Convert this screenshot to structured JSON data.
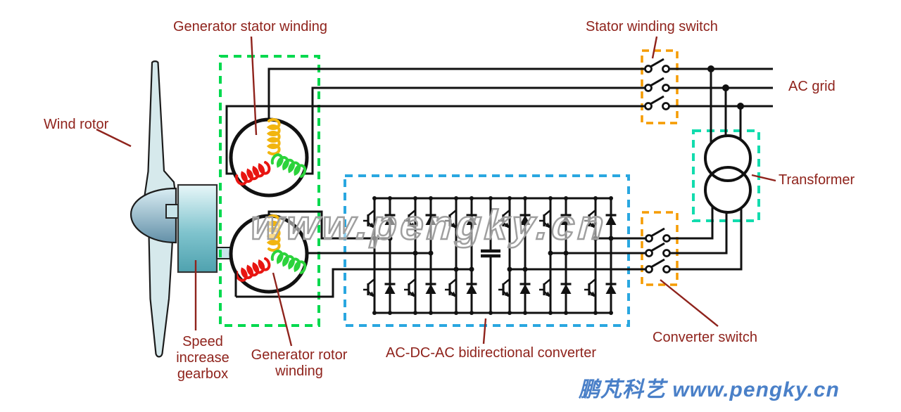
{
  "labels": {
    "wind_rotor": "Wind rotor",
    "speed_gearbox": {
      "line1": "Speed",
      "line2": "increase",
      "line3": "gearbox"
    },
    "generator_stator_winding": "Generator stator winding",
    "generator_rotor_winding": {
      "line1": "Generator rotor",
      "line2": "winding"
    },
    "converter": "AC-DC-AC bidirectional converter",
    "stator_winding_switch": "Stator winding switch",
    "converter_switch": "Converter switch",
    "transformer": "Transformer",
    "ac_grid": "AC grid"
  },
  "watermark": "www.pengky.cn",
  "footer_logo": "鹏芃科艺 www.pengky.cn",
  "icons": [
    "wind-rotor-blades-icon",
    "gearbox-icon",
    "winding-coil-icon",
    "igbt-icon",
    "diode-icon",
    "capacitor-icon",
    "switch-icon",
    "transformer-icon"
  ],
  "colors": {
    "label_red": "#8f231c",
    "wire_black": "#111111",
    "generator_box_green": "#00d94e",
    "converter_box_blue": "#2aa7e0",
    "transformer_box_teal": "#12dcae",
    "switch_box_orange": "#f59b00",
    "coil_yellow": "#f2b50f",
    "coil_red": "#e81511",
    "coil_green": "#2bd33b",
    "logo_blue": "#4a80c8"
  }
}
